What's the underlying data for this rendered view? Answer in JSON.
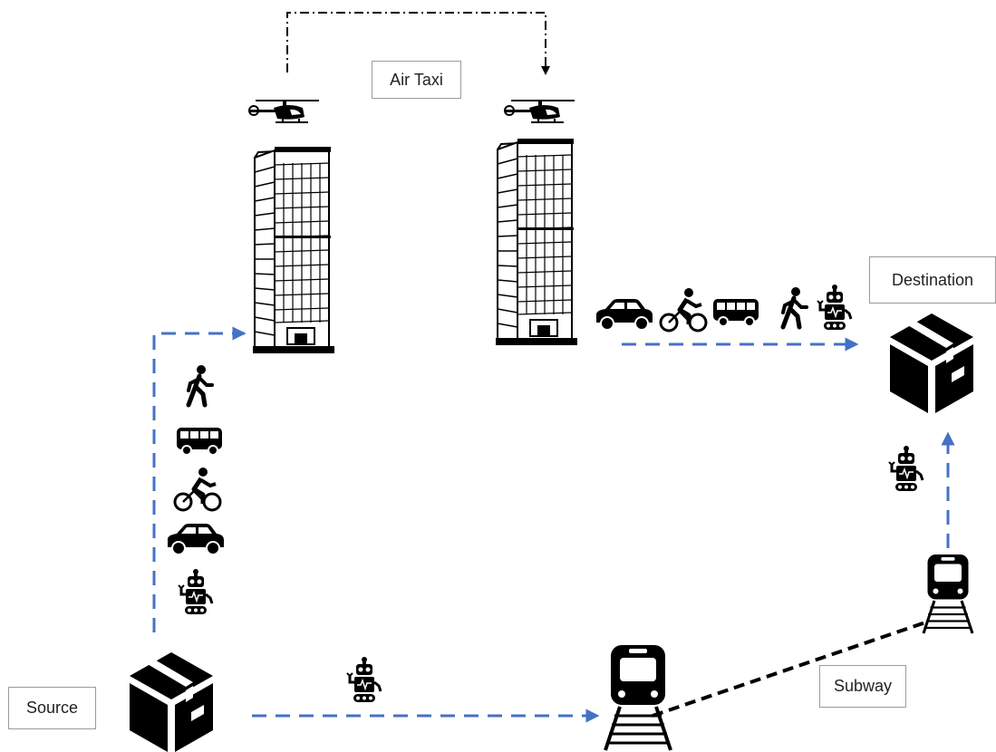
{
  "labels": {
    "air_taxi": "Air Taxi",
    "destination": "Destination",
    "source": "Source",
    "subway": "Subway"
  },
  "colors": {
    "route_blue": "#4472c4",
    "subway_black": "#000000",
    "air_dashdot": "#000000"
  },
  "icons": [
    "helicopter-icon",
    "building-icon",
    "box-icon",
    "train-icon",
    "robot-icon",
    "car-icon",
    "bicycle-icon",
    "bus-icon",
    "walking-person-icon"
  ]
}
